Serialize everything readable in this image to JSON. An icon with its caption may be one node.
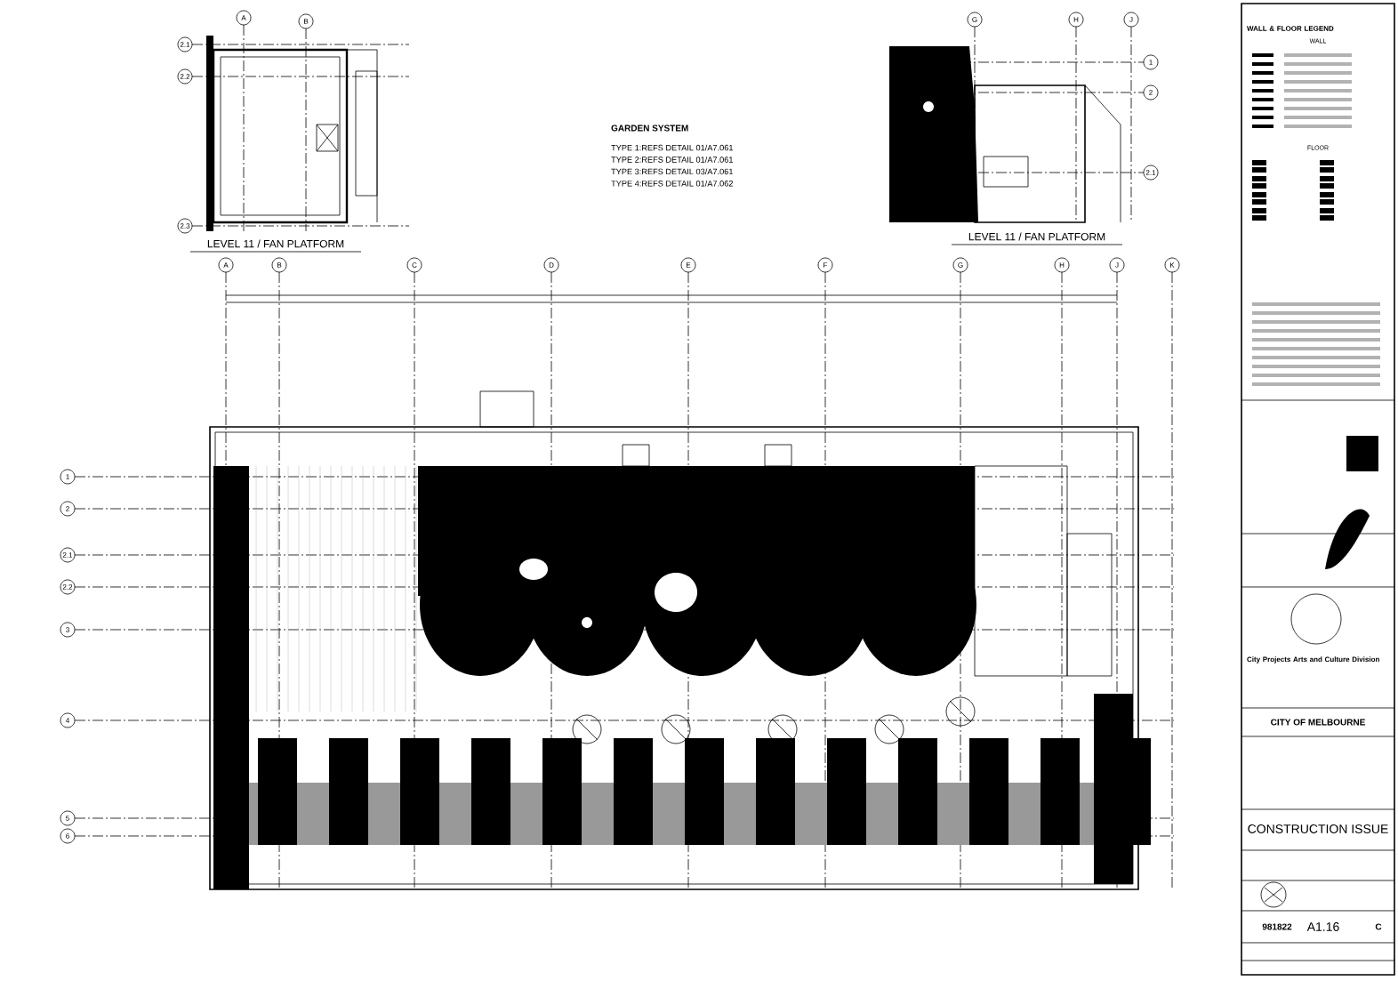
{
  "diagram": {
    "labels": [
      "A",
      "B",
      "G",
      "H",
      "J",
      "2.1",
      "2.2",
      "2.3",
      "1",
      "2",
      "2.1",
      "GARDEN SYSTEM",
      "TYPE 1:REFS DETAIL 01/A7.061",
      "TYPE 2:REFS DETAIL 01/A7.061",
      "TYPE 3:REFS DETAIL 03/A7.061",
      "TYPE 4:REFS DETAIL 01/A7.062",
      "LEVEL 11 / FAN PLATFORM",
      "LEVEL 11 / FAN PLATFORM",
      "A",
      "B",
      "C",
      "D",
      "E",
      "F",
      "G",
      "H",
      "J",
      "K",
      "1",
      "2",
      "2.1",
      "2.2",
      "3",
      "4",
      "5",
      "6",
      "WALL & FLOOR LEGEND",
      "WALL",
      "FLOOR",
      "City Projects Arts and Culture Division",
      "CITY OF MELBOURNE",
      "CONSTRUCTION ISSUE",
      "981822",
      "A1.16",
      "C"
    ]
  }
}
